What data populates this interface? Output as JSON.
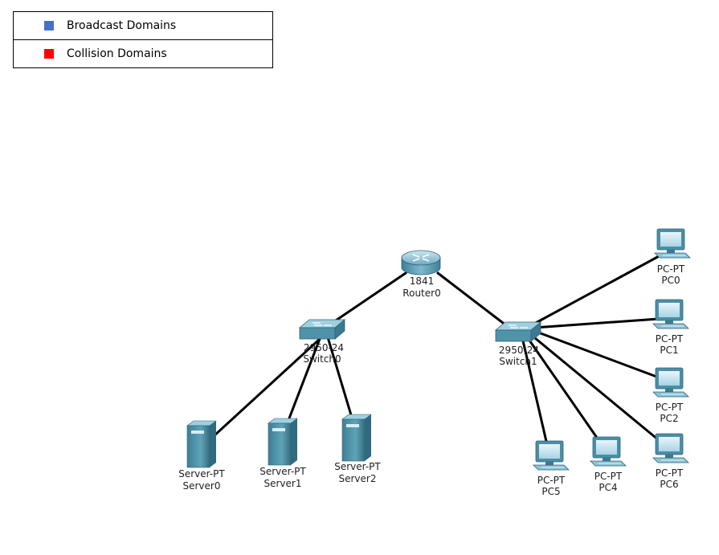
{
  "legend": {
    "items": [
      {
        "label": "Broadcast Domains",
        "color": "#4472c4"
      },
      {
        "label": "Collision Domains",
        "color": "#ff0000"
      }
    ]
  },
  "devices": {
    "router0": {
      "model": "1841",
      "name": "Router0",
      "icon": "router-icon"
    },
    "switch0": {
      "model": "2950-24",
      "name": "Switch0",
      "icon": "switch-icon"
    },
    "switch1": {
      "model": "2950-24",
      "name": "Switch1",
      "icon": "switch-icon"
    },
    "server0": {
      "model": "Server-PT",
      "name": "Server0",
      "icon": "server-icon"
    },
    "server1": {
      "model": "Server-PT",
      "name": "Server1",
      "icon": "server-icon"
    },
    "server2": {
      "model": "Server-PT",
      "name": "Server2",
      "icon": "server-icon"
    },
    "pc0": {
      "model": "PC-PT",
      "name": "PC0",
      "icon": "pc-icon"
    },
    "pc1": {
      "model": "PC-PT",
      "name": "PC1",
      "icon": "pc-icon"
    },
    "pc2": {
      "model": "PC-PT",
      "name": "PC2",
      "icon": "pc-icon"
    },
    "pc4": {
      "model": "PC-PT",
      "name": "PC4",
      "icon": "pc-icon"
    },
    "pc5": {
      "model": "PC-PT",
      "name": "PC5",
      "icon": "pc-icon"
    },
    "pc6": {
      "model": "PC-PT",
      "name": "PC6",
      "icon": "pc-icon"
    }
  },
  "links": [
    [
      "router0",
      "switch0"
    ],
    [
      "router0",
      "switch1"
    ],
    [
      "switch0",
      "server0"
    ],
    [
      "switch0",
      "server1"
    ],
    [
      "switch0",
      "server2"
    ],
    [
      "switch1",
      "pc0"
    ],
    [
      "switch1",
      "pc1"
    ],
    [
      "switch1",
      "pc2"
    ],
    [
      "switch1",
      "pc6"
    ],
    [
      "switch1",
      "pc4"
    ],
    [
      "switch1",
      "pc5"
    ]
  ]
}
